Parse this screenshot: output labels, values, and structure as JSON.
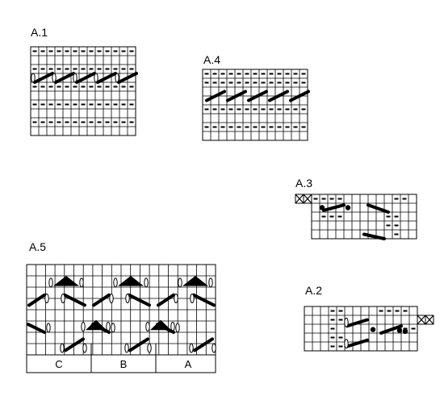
{
  "charts": {
    "a1": {
      "label": "A.1"
    },
    "a4": {
      "label": "A.4"
    },
    "a3": {
      "label": "A.3"
    },
    "a5": {
      "label": "A.5",
      "sections": [
        "C",
        "B",
        "A"
      ]
    },
    "a2": {
      "label": "A.2"
    }
  },
  "symbols": {
    "purl": "-",
    "bind_off": "X",
    "cable": "cable",
    "yarn_over": "oval",
    "bobble": "dot",
    "decrease": "triangle"
  }
}
